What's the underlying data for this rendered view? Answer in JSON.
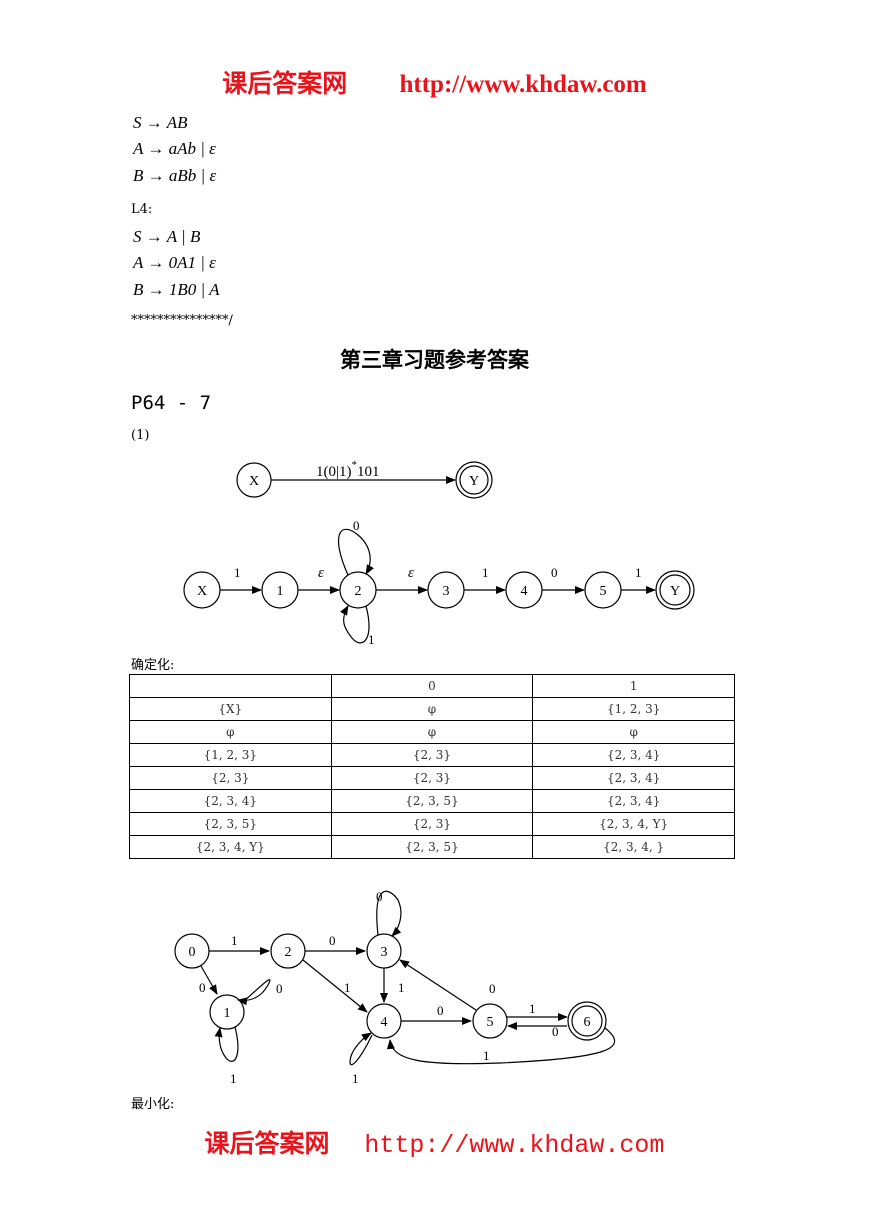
{
  "header": {
    "site_name": "课后答案网",
    "url": "http://www.khdaw.com"
  },
  "footer": {
    "site_name": "课后答案网",
    "url": "http://www.khdaw.com"
  },
  "grammar_l3": [
    "S → AB",
    "A → aAb | ε",
    "B → aBb | ε"
  ],
  "l4_label": "L4:",
  "grammar_l4": [
    "S → A | B",
    "A → 0A1 | ε",
    "B → 1B0 | A"
  ],
  "comment_end": "***************/",
  "chapter_title": "第三章习题参考答案",
  "problem_title": "P64 - 7",
  "part_label": "(1)",
  "diagram1": {
    "states": [
      "X",
      "Y"
    ],
    "edge_label": "1(0|1)",
    "edge_sup": "*",
    "edge_suffix": "101"
  },
  "diagram2": {
    "states": [
      "X",
      "1",
      "2",
      "3",
      "4",
      "5",
      "Y"
    ],
    "edge_labels": {
      "x_1": "1",
      "1_2": "ε",
      "2_3": "ε",
      "3_4": "1",
      "4_5": "0",
      "5_y": "1",
      "loop_top": "0",
      "loop_bottom": "1"
    }
  },
  "determinize_label": "确定化:",
  "dfa_table": {
    "header": [
      "",
      "0",
      "1"
    ],
    "rows": [
      [
        "{X}",
        "φ",
        "{1, 2, 3}"
      ],
      [
        "φ",
        "φ",
        "φ"
      ],
      [
        "{1, 2, 3}",
        "{2, 3}",
        "{2, 3, 4}"
      ],
      [
        "{2, 3}",
        "{2, 3}",
        "{2, 3, 4}"
      ],
      [
        "{2, 3, 4}",
        "{2, 3, 5}",
        "{2, 3, 4}"
      ],
      [
        "{2, 3, 5}",
        "{2, 3}",
        "{2, 3, 4, Y}"
      ],
      [
        "{2, 3, 4, Y}",
        "{2, 3, 5}",
        "{2, 3, 4, }"
      ]
    ]
  },
  "diagram3": {
    "states": [
      "0",
      "1",
      "2",
      "3",
      "4",
      "5",
      "6"
    ],
    "edge_labels": {
      "e0_2": "1",
      "e0_1": "0",
      "e1_loop_top": "0",
      "e1_loop_bottom": "1",
      "e2_3": "0",
      "e2_4": "1",
      "e3_loop": "0",
      "e3_4": "1",
      "e4_5": "0",
      "e4_loop": "1",
      "e5_3": "0",
      "e5_6": "1",
      "e6_5": "0",
      "e6_4": "1"
    }
  },
  "minimize_label": "最小化:"
}
